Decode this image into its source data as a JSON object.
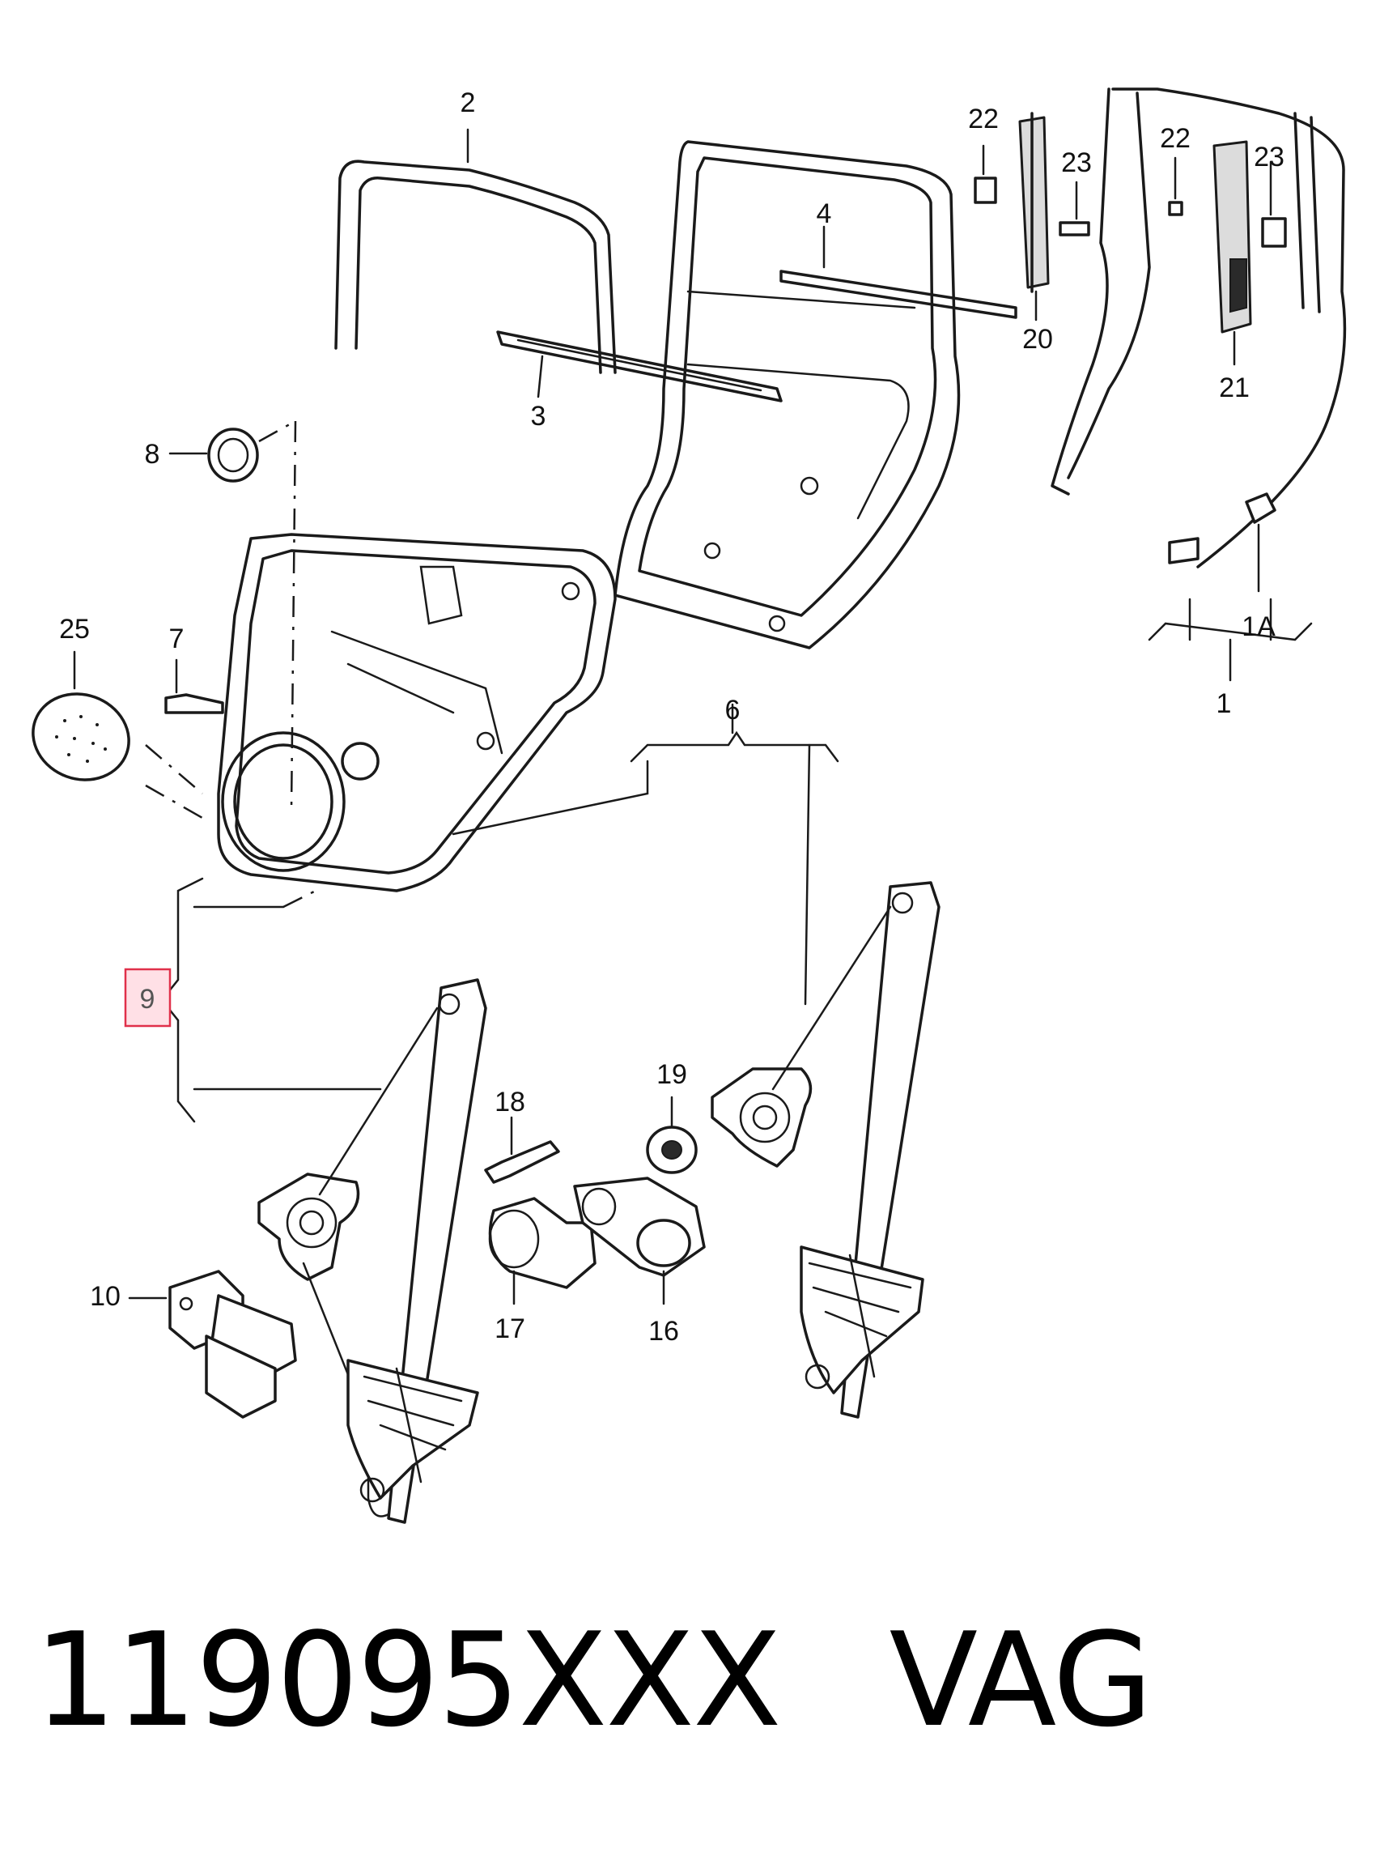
{
  "part_labels": {
    "p1": "1",
    "p1a": "1A",
    "p2": "2",
    "p3": "3",
    "p4": "4",
    "p6": "6",
    "p7": "7",
    "p8": "8",
    "p9": "9",
    "p10": "10",
    "p16": "16",
    "p17": "17",
    "p18": "18",
    "p19": "19",
    "p20": "20",
    "p21": "21",
    "p22a": "22",
    "p22b": "22",
    "p23a": "23",
    "p23b": "23",
    "p25": "25"
  },
  "highlight_color": "#ffe0e6",
  "highlight_border": "#e0304a",
  "footer": {
    "part_number": "119095XXX",
    "brand": "VAG"
  }
}
